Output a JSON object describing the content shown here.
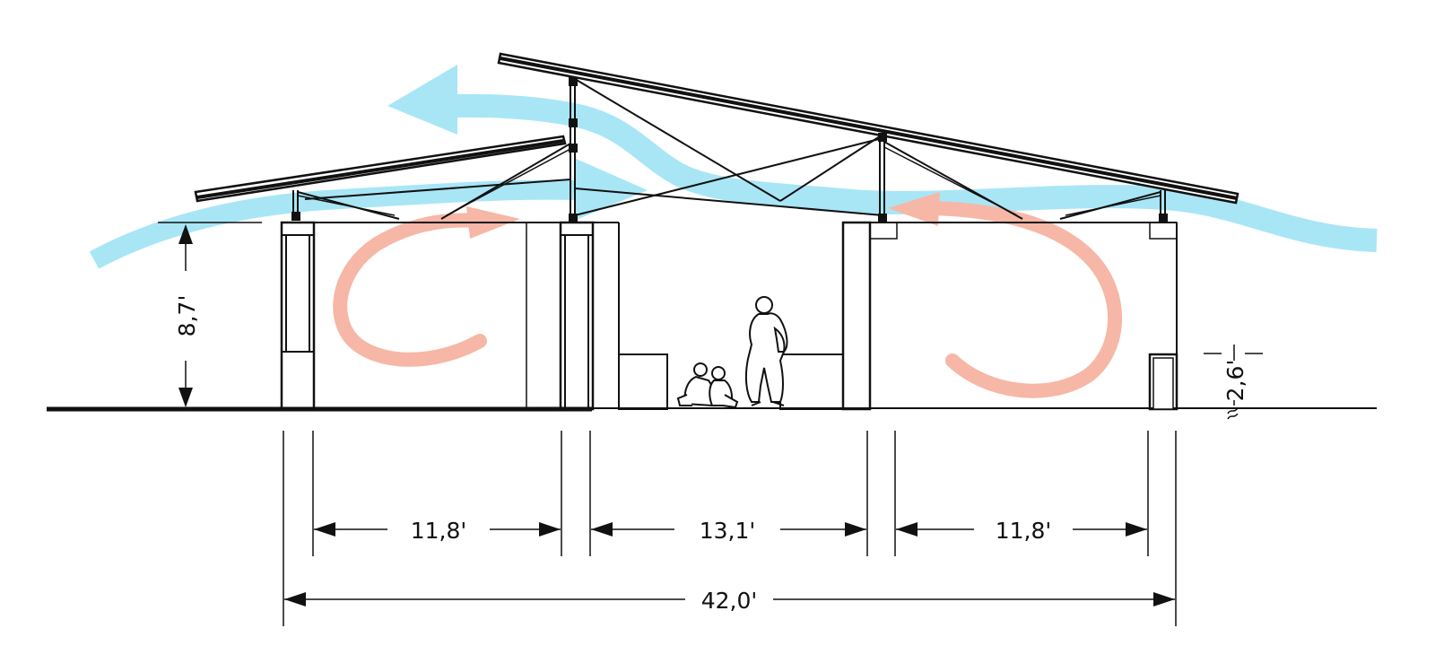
{
  "colors": {
    "line": "#111111",
    "wind": "#a8e6f6",
    "warm_air": "#f6b7a6"
  },
  "dimensions": {
    "wall_height": "8,7'",
    "opening_height": "2,6'",
    "room_left_width": "11,8'",
    "corridor_width": "13,1'",
    "room_right_width": "11,8'",
    "total_width": "42,0'"
  },
  "icons": {
    "adult": "standing-person-icon",
    "children": "sitting-children-icon",
    "break_mark": "break-mark-icon"
  }
}
